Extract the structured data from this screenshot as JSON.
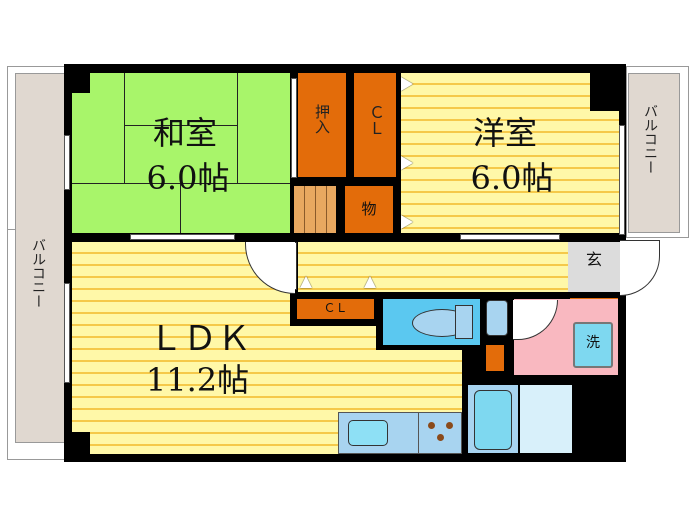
{
  "rooms": {
    "washitsu": {
      "name": "和室",
      "size": "6.0帖"
    },
    "youshitsu": {
      "name": "洋室",
      "size": "6.0帖"
    },
    "ldk": {
      "name": "ＬＤＫ",
      "size": "11.2帖"
    }
  },
  "storage": {
    "oshiire": "押入",
    "closet_top": "ＣＬ",
    "monooki": "物",
    "closet_hall": "ＣＬ"
  },
  "fixtures": {
    "entrance": "玄",
    "washer": "洗"
  },
  "balconies": {
    "left": "バルコニー",
    "right": "バルコニー"
  },
  "colors": {
    "tatami": "#a8f56a",
    "flooring": "#fff8a8",
    "storage": "#e36c0a",
    "wet_area": "#5bc8f0",
    "washroom": "#f9b8c0",
    "balcony": "#e0d8d0"
  }
}
